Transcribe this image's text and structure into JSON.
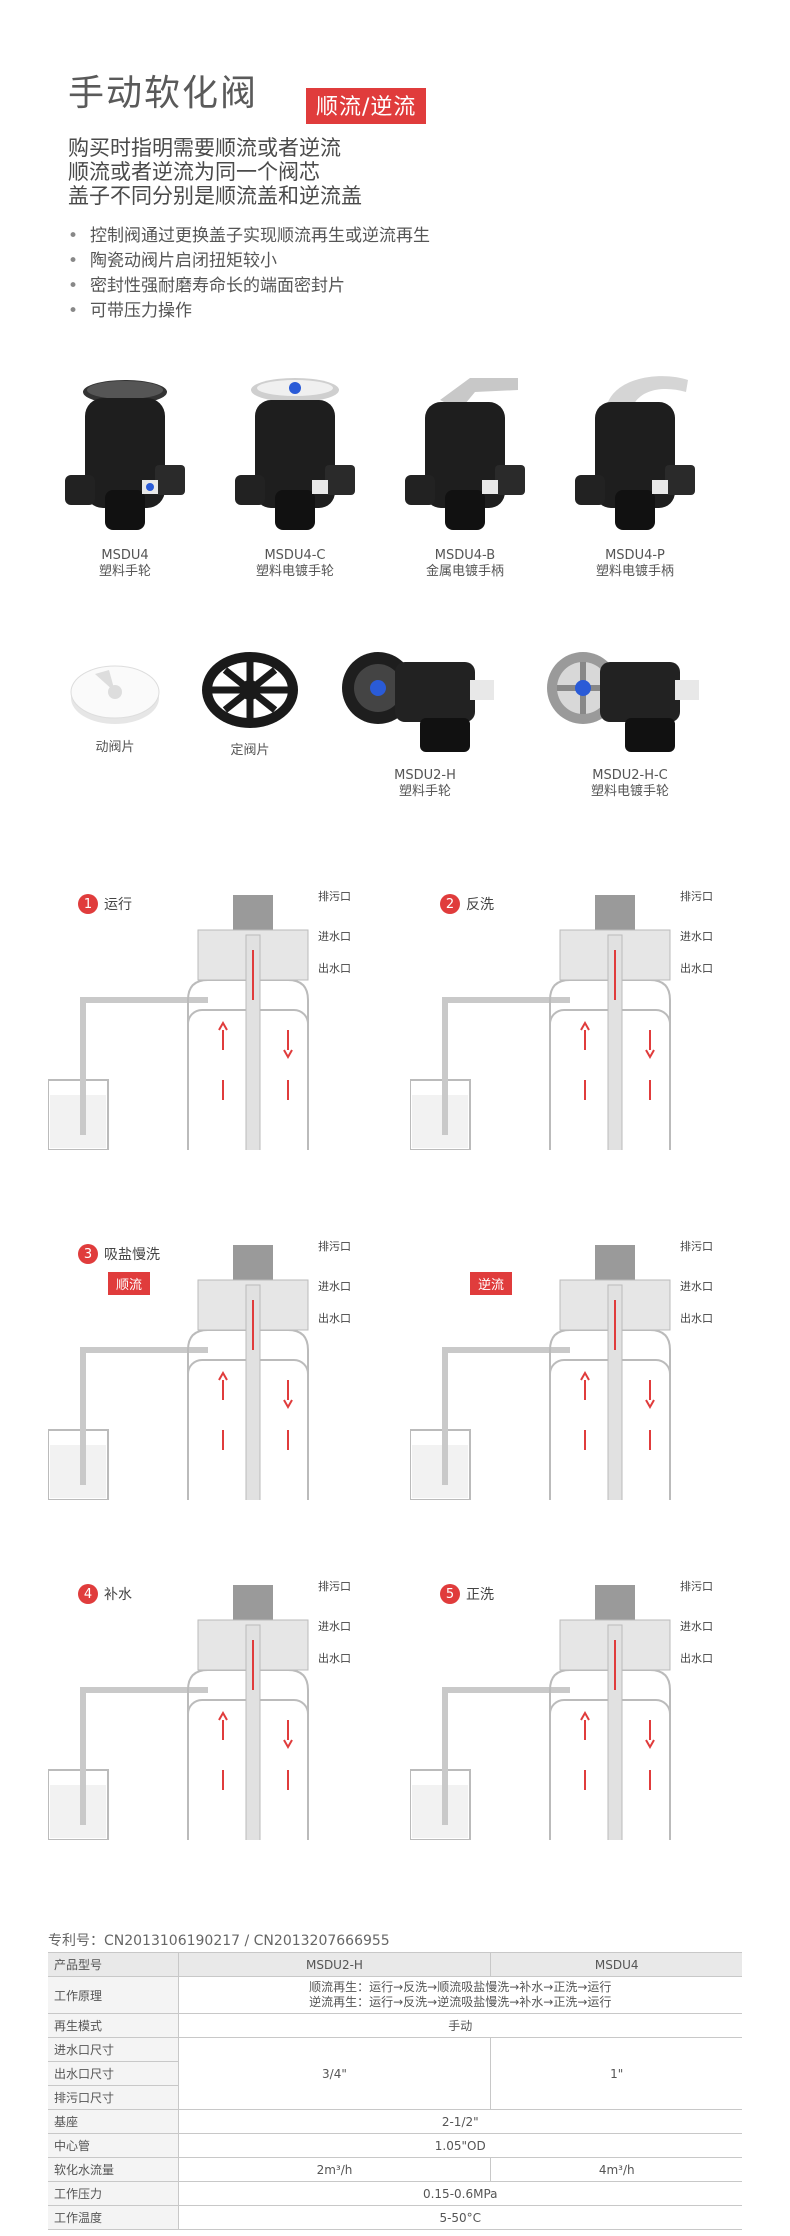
{
  "header": {
    "title": "手动软化阀",
    "badge": "顺流/逆流",
    "lines": [
      "购买时指明需要顺流或者逆流",
      "顺流或者逆流为同一个阀芯",
      "盖子不同分别是顺流盖和逆流盖"
    ],
    "bullets": [
      "控制阀通过更换盖子实现顺流再生或逆流再生",
      "陶瓷动阀片启闭扭矩较小",
      "密封性强耐磨寿命长的端面密封片",
      "可带压力操作"
    ]
  },
  "products_row1": [
    {
      "model": "MSDU4",
      "desc": "塑料手轮"
    },
    {
      "model": "MSDU4-C",
      "desc": "塑料电镀手轮"
    },
    {
      "model": "MSDU4-B",
      "desc": "金属电镀手柄"
    },
    {
      "model": "MSDU4-P",
      "desc": "塑料电镀手柄"
    }
  ],
  "parts_row2": [
    {
      "desc": "动阀片"
    },
    {
      "desc": "定阀片"
    },
    {
      "model": "MSDU2-H",
      "desc": "塑料手轮"
    },
    {
      "model": "MSDU2-H-C",
      "desc": "塑料电镀手轮"
    }
  ],
  "ports": {
    "drain": "排污口",
    "inlet": "进水口",
    "outlet": "出水口"
  },
  "steps": [
    {
      "num": "1",
      "label": "运行",
      "mode": ""
    },
    {
      "num": "2",
      "label": "反洗",
      "mode": ""
    },
    {
      "num": "3",
      "label": "吸盐慢洗",
      "mode": "顺流"
    },
    {
      "num": "",
      "label": "",
      "mode": "逆流"
    },
    {
      "num": "4",
      "label": "补水",
      "mode": ""
    },
    {
      "num": "5",
      "label": "正洗",
      "mode": ""
    }
  ],
  "colors": {
    "accent": "#e03c3c",
    "valve_body": "#1e1e1e",
    "pipe": "#c9c9c9"
  },
  "patent": "专利号：CN2013106190217 / CN2013207666955",
  "spec_table": {
    "head": {
      "key": "产品型号",
      "a": "MSDU2-H",
      "b": "MSDU4"
    },
    "principle_key": "工作原理",
    "principle_lines": [
      "顺流再生：运行→反洗→顺流吸盐慢洗→补水→正洗→运行",
      "逆流再生：运行→反洗→逆流吸盐慢洗→补水→正洗→运行"
    ],
    "regen_key": "再生模式",
    "regen_value": "手动",
    "port_keys": [
      "进水口尺寸",
      "出水口尺寸",
      "排污口尺寸"
    ],
    "port_a": "3/4\"",
    "port_b": "1\"",
    "base_key": "基座",
    "base_value": "2-1/2\"",
    "tube_key": "中心管",
    "tube_value": "1.05\"OD",
    "flow_key": "软化水流量",
    "flow_a": "2m³/h",
    "flow_b": "4m³/h",
    "pressure_key": "工作压力",
    "pressure_value": "0.15-0.6MPa",
    "temp_key": "工作温度",
    "temp_value": "5-50°C"
  }
}
